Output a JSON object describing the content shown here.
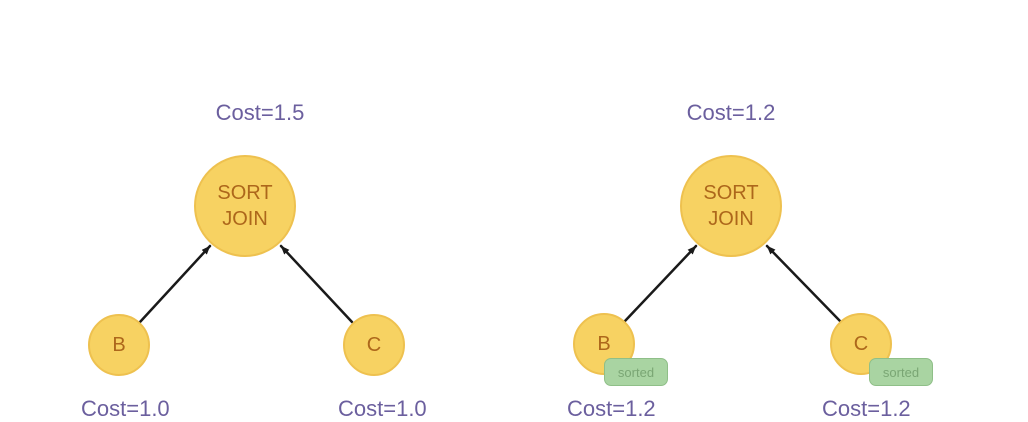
{
  "palette": {
    "background": "#ffffff",
    "node_fill": "#f7d262",
    "node_stroke": "#eec14f",
    "node_text": "#ad671b",
    "cost_text": "#6b5f9e",
    "badge_fill": "#a9d4a2",
    "badge_stroke": "#8fbf88",
    "badge_text": "#7aa674",
    "arrow": "#1a1a1a"
  },
  "diagrams": [
    {
      "title_cost": "Cost=1.5",
      "root": {
        "label": "SORT\nJOIN"
      },
      "children": [
        {
          "label": "B",
          "cost": "Cost=1.0"
        },
        {
          "label": "C",
          "cost": "Cost=1.0"
        }
      ]
    },
    {
      "title_cost": "Cost=1.2",
      "root": {
        "label": "SORT\nJOIN"
      },
      "children": [
        {
          "label": "B",
          "cost": "Cost=1.2",
          "badge": "sorted"
        },
        {
          "label": "C",
          "cost": "Cost=1.2",
          "badge": "sorted"
        }
      ]
    }
  ]
}
